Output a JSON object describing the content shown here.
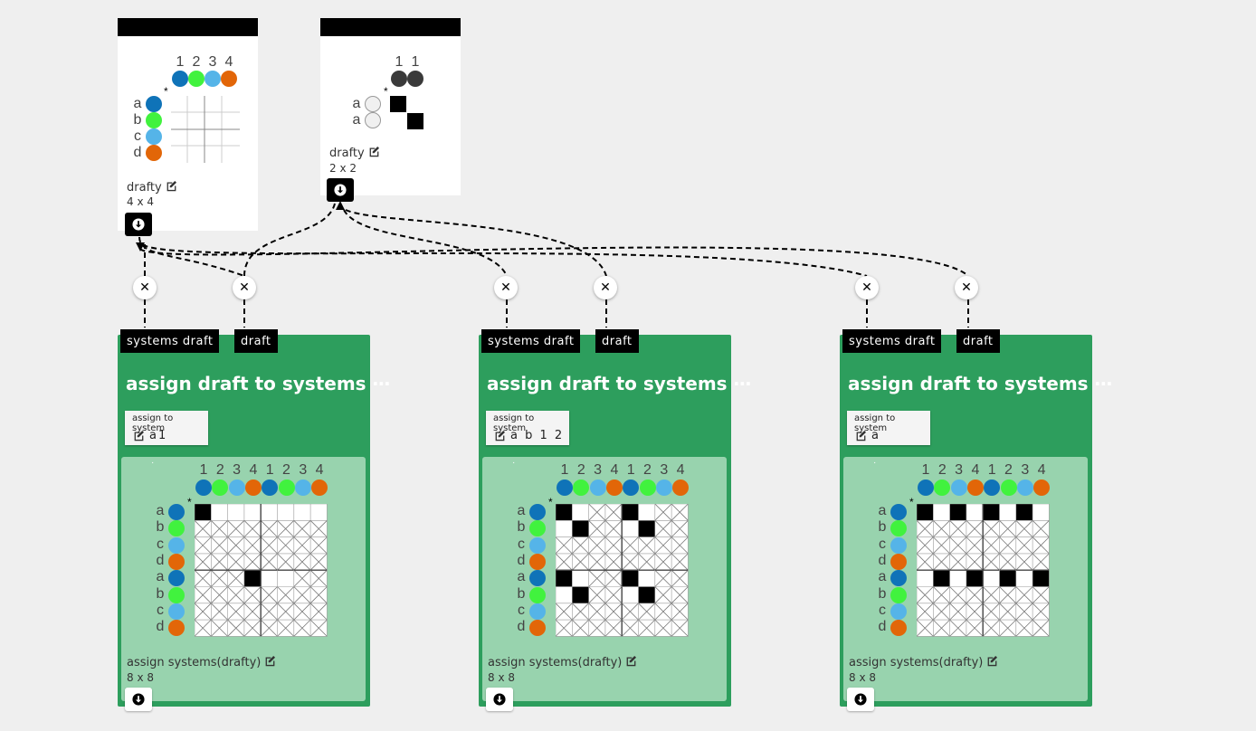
{
  "colors": {
    "blue": "#0f73b8",
    "green": "#41f23e",
    "lightblue": "#55b4e8",
    "orange": "#e26608",
    "darkgray": "#3a3a3a",
    "white": "#ffffff",
    "cell_on": "#000000",
    "op_green": "#2d9e5d",
    "inner_green": "#98d3ae"
  },
  "sources": [
    {
      "name": "drafty",
      "dims": "4 x 4",
      "cols": [
        "1",
        "2",
        "3",
        "4"
      ],
      "col_colors": [
        "#0f73b8",
        "#41f23e",
        "#55b4e8",
        "#e26608"
      ],
      "rows": [
        "a",
        "b",
        "c",
        "d"
      ],
      "row_colors": [
        "#0f73b8",
        "#41f23e",
        "#55b4e8",
        "#e26608"
      ],
      "asterisk": "*"
    },
    {
      "name": "drafty",
      "dims": "2 x 2",
      "cols": [
        "1",
        "1"
      ],
      "col_colors": [
        "#3a3a3a",
        "#3a3a3a"
      ],
      "rows": [
        "a",
        "a"
      ],
      "row_colors": [
        "#f0f0f0",
        "#f0f0f0"
      ],
      "asterisk": "*"
    }
  ],
  "ops": [
    {
      "ports": {
        "systems": "systems draft",
        "draft": "draft"
      },
      "title": "assign draft to systems ⋯",
      "param_label": "assign to system",
      "param_value": "a1",
      "output_name": "assign systems(drafty)",
      "output_dims": "8 x 8",
      "dot_mark": "·",
      "asterisk": "*",
      "cols": [
        "1",
        "2",
        "3",
        "4",
        "1",
        "2",
        "3",
        "4"
      ],
      "rows": [
        "a",
        "b",
        "c",
        "d",
        "a",
        "b",
        "c",
        "d"
      ],
      "grid": [
        "10000000",
        "xxxxxxxx",
        "xxxxxxxx",
        "xxxxxxxx",
        "xxx100xx",
        "xxxxxxxx",
        "xxxxxxxx",
        "xxxxxxxx"
      ]
    },
    {
      "ports": {
        "systems": "systems draft",
        "draft": "draft"
      },
      "title": "assign draft to systems ⋯",
      "param_label": "assign to system",
      "param_value": "a b 1 2",
      "output_name": "assign systems(drafty)",
      "output_dims": "8 x 8",
      "dot_mark": "·",
      "asterisk": "*",
      "cols": [
        "1",
        "2",
        "3",
        "4",
        "1",
        "2",
        "3",
        "4"
      ],
      "rows": [
        "a",
        "b",
        "c",
        "d",
        "a",
        "b",
        "c",
        "d"
      ],
      "grid": [
        "10xx10xx",
        "01xx01xx",
        "xxxxxxxx",
        "xxxxxxxx",
        "10xx10xx",
        "01xx01xx",
        "xxxxxxxx",
        "xxxxxxxx"
      ]
    },
    {
      "ports": {
        "systems": "systems draft",
        "draft": "draft"
      },
      "title": "assign draft to systems ⋯",
      "param_label": "assign to system",
      "param_value": "a",
      "output_name": "assign systems(drafty)",
      "output_dims": "8 x 8",
      "dot_mark": "·",
      "asterisk": "*",
      "cols": [
        "1",
        "2",
        "3",
        "4",
        "1",
        "2",
        "3",
        "4"
      ],
      "rows": [
        "a",
        "b",
        "c",
        "d",
        "a",
        "b",
        "c",
        "d"
      ],
      "grid": [
        "10101010",
        "xxxxxxxx",
        "xxxxxxxx",
        "xxxxxxxx",
        "01010101",
        "xxxxxxxx",
        "xxxxxxxx",
        "xxxxxxxx"
      ]
    }
  ],
  "icons": {
    "download": "download-icon",
    "edit": "edit-icon",
    "close": "close-icon"
  },
  "close_glyph": "✕"
}
